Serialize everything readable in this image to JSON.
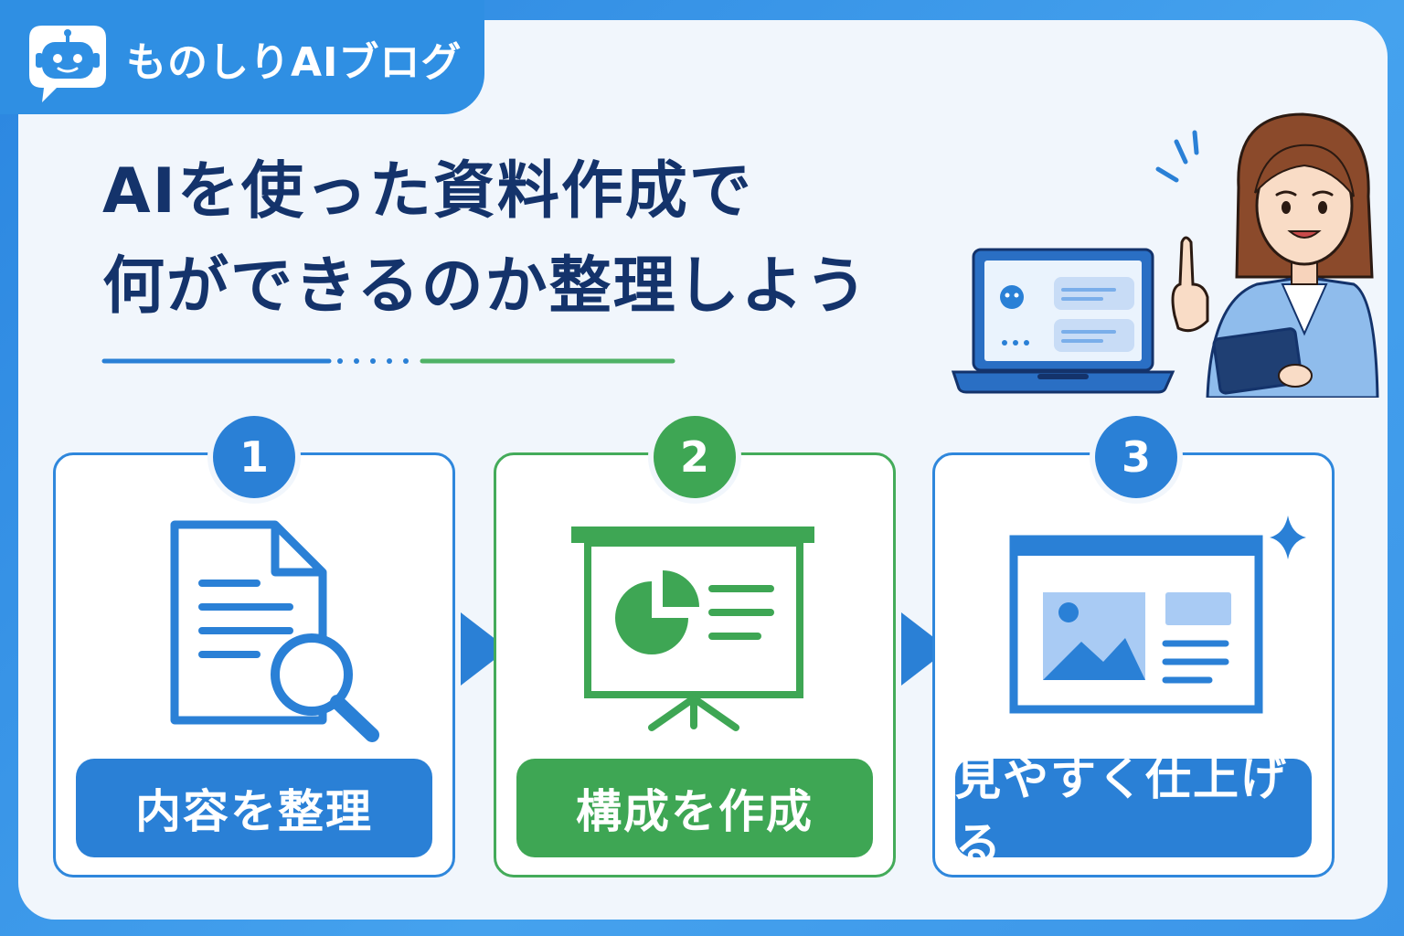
{
  "brand": {
    "name": "ものしりAIブログ",
    "icon": "robot-chat-icon"
  },
  "title": {
    "line1": "AIを使った資料作成で",
    "line2": "何ができるのか整理しよう"
  },
  "steps": [
    {
      "number": "1",
      "label": "内容を整理",
      "icon": "document-search-icon"
    },
    {
      "number": "2",
      "label": "構成を作成",
      "icon": "presentation-board-icon"
    },
    {
      "number": "3",
      "label": "見やすく仕上げる",
      "icon": "layout-design-icon"
    }
  ],
  "colors": {
    "blue": "#2a80d6",
    "green": "#3ea654",
    "navy": "#14336b",
    "background": "#f1f6fc"
  }
}
